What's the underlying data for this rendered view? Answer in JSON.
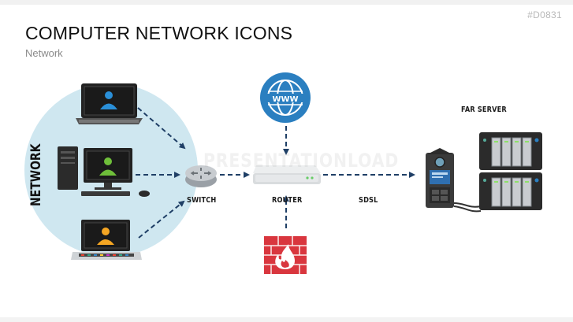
{
  "slide": {
    "code": "#D0831",
    "title": "COMPUTER NETWORK ICONS",
    "subtitle": "Network"
  },
  "diagram": {
    "network_label": "NETWORK",
    "switch_label": "SWITCH",
    "router_label": "ROUTER",
    "link_label": "SDSL",
    "server_label": "FAR SERVER",
    "globe_text": "WWW",
    "watermark": "PRESENTATIONLOAD"
  },
  "colors": {
    "circle": "#cfe7f0",
    "globe": "#2b7fc0",
    "firewall": "#d9363e",
    "arrow": "#1f3f66",
    "avatar_blue": "#2a8fd8",
    "avatar_green": "#6fbf3a",
    "avatar_orange": "#f5a623"
  },
  "icons": [
    "laptop-icon",
    "desktop-computer-icon",
    "switch-icon",
    "router-icon",
    "globe-icon",
    "firewall-icon",
    "server-rack-icon",
    "intercom-panel-icon"
  ]
}
